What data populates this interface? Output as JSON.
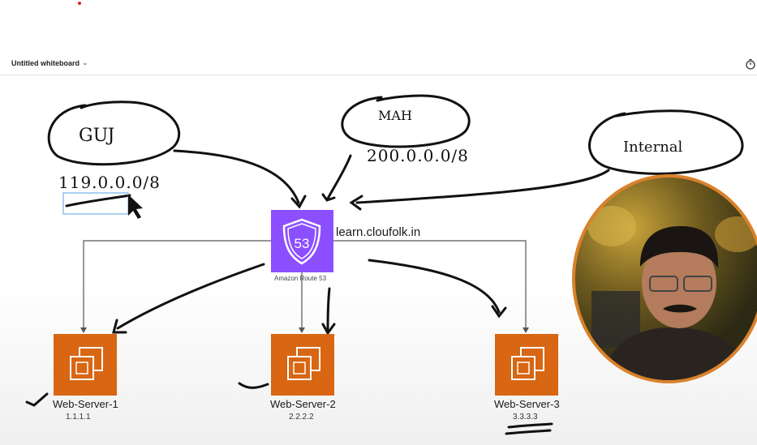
{
  "toolbar": {
    "title": "Untitled whiteboard"
  },
  "route53": {
    "domain": "learn.cloufolk.in",
    "label": "Amazon Route 53",
    "badge": "53"
  },
  "servers": [
    {
      "name": "Web-Server-1",
      "ip": "1.1.1.1"
    },
    {
      "name": "Web-Server-2",
      "ip": "2.2.2.2"
    },
    {
      "name": "Web-Server-3",
      "ip": "3.3.3.3"
    }
  ],
  "annotations": {
    "region_1": "GUJ",
    "region_1_cidr": "119.0.0.0/8",
    "region_2": "MAH",
    "region_2_cidr": "200.0.0.0/8",
    "region_3": "Internal"
  },
  "colors": {
    "server_orange": "#d86613",
    "route53_purple": "#8c4fff",
    "ink": "#111111"
  },
  "icons": [
    "chevron-down-icon",
    "timer-icon",
    "route53-shield-icon",
    "ec2-chip-icon"
  ]
}
